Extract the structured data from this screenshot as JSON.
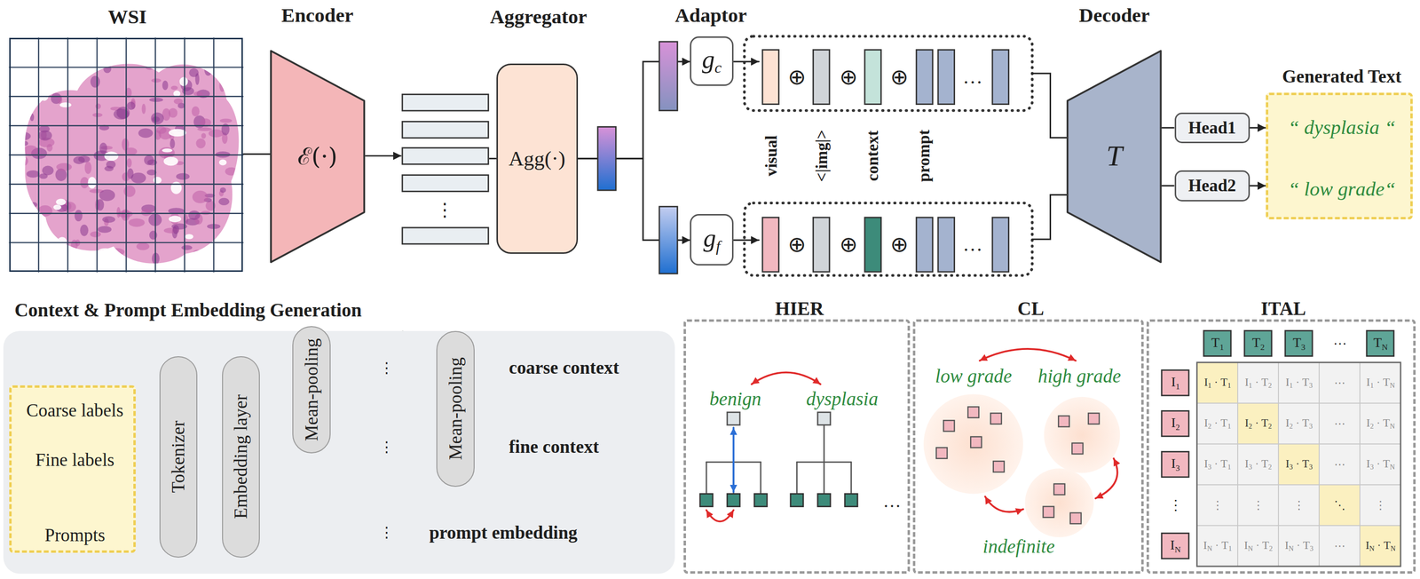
{
  "diagram": {
    "nodes": [
      {
        "text": [
          "WSI"
        ]
      },
      {
        "text": [
          "Encoder",
          "ℰ(·)"
        ]
      },
      {
        "text": [
          "⋮"
        ]
      },
      {
        "text": [
          "Aggregator",
          "Agg(·)"
        ]
      },
      {
        "text": [
          "gc"
        ]
      },
      {
        "text": [
          "gf"
        ]
      },
      {
        "text": [
          "Decoder",
          "T"
        ]
      },
      {
        "text": [
          "Head1"
        ]
      },
      {
        "text": [
          "Head2"
        ]
      },
      {
        "text": [
          "Generated Text",
          "“ dysplasia “",
          "“ low grade“"
        ]
      },
      {
        "text": [
          "Context & Prompt Embedding Generation"
        ]
      },
      {
        "text": [
          "Coarse labels",
          "Fine labels",
          "Prompts"
        ],
        "in": 10
      },
      {
        "text": [
          "Tokenizer"
        ],
        "in": 10
      },
      {
        "text": [
          "Embedding layer"
        ],
        "in": 10
      },
      {
        "text": [
          "Mean-pooling"
        ],
        "in": 10
      },
      {
        "text": [
          "Mean-pooling"
        ],
        "in": 10
      },
      {
        "text": [
          "HIER"
        ]
      },
      {
        "text": [
          "CL"
        ]
      },
      {
        "text": [
          "ITAL"
        ]
      }
    ],
    "edges": [
      {
        "from": 0,
        "to": 1,
        "arrow": "none"
      },
      {
        "from": 1,
        "to": 2,
        "arrow": "to"
      },
      {
        "from": 2,
        "to": 3,
        "arrow": "none"
      },
      {
        "from": 3,
        "to": 4,
        "arrow": "to"
      },
      {
        "from": 3,
        "to": 5,
        "arrow": "to"
      },
      {
        "from": 6,
        "to": 7,
        "arrow": "none"
      },
      {
        "from": 6,
        "to": 8,
        "arrow": "none"
      },
      {
        "from": 7,
        "to": 9,
        "arrow": "to"
      },
      {
        "from": 8,
        "to": 9,
        "arrow": "to"
      },
      {
        "from": 11,
        "to": 12,
        "arrow": "none"
      },
      {
        "from": 12,
        "to": 13,
        "arrow": "none"
      },
      {
        "from": 13,
        "to": 14,
        "arrow": "none"
      }
    ],
    "labels": [
      "Adaptor",
      "⊕",
      "⊕",
      "⊕",
      "…",
      "visual",
      "<|img|>",
      "context",
      "prompt",
      "⊕",
      "⊕",
      "⊕",
      "…",
      "⋮",
      "coarse context",
      "⋮",
      "fine context",
      "⋮",
      "prompt embedding",
      "benign",
      "dysplasia",
      "…",
      "low grade",
      "high grade",
      "indefinite",
      "T1",
      "T2",
      "T3",
      "⋯",
      "TN",
      "I1",
      "I1 · T1",
      "I1 · T2",
      "I1 · T3",
      "⋯",
      "I1 · TN",
      "I2",
      "I2 · T1",
      "I2 · T2",
      "I2 · T3",
      "⋯",
      "I2 · TN",
      "I3",
      "I3 · T1",
      "I3 · T2",
      "I3 · T3",
      "⋯",
      "I3 · TN",
      "⋮",
      "⋮",
      "⋮",
      "⋮",
      "⋱",
      "⋮",
      "IN",
      "IN · T1",
      "IN · T2",
      "IN · T3",
      "⋯",
      "IN · TN"
    ]
  }
}
